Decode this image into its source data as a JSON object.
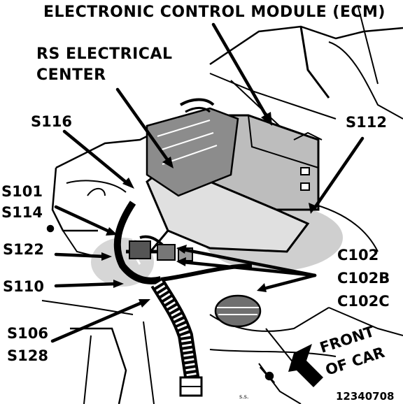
{
  "labels": {
    "ecm": "ELECTRONIC CONTROL MODULE (ECM)",
    "rs_line1": "RS ELECTRICAL",
    "rs_line2": "CENTER",
    "s116": "S116",
    "s112": "S112",
    "s101": "S101",
    "s114": "S114",
    "s122": "S122",
    "s110": "S110",
    "s106": "S106",
    "s128": "S128",
    "c102": "C102",
    "c102b": "C102B",
    "c102c": "C102C",
    "front_line1": "FRONT",
    "front_line2": "OF CAR",
    "figure_number": "12340708",
    "artist_mark": "s.s."
  }
}
